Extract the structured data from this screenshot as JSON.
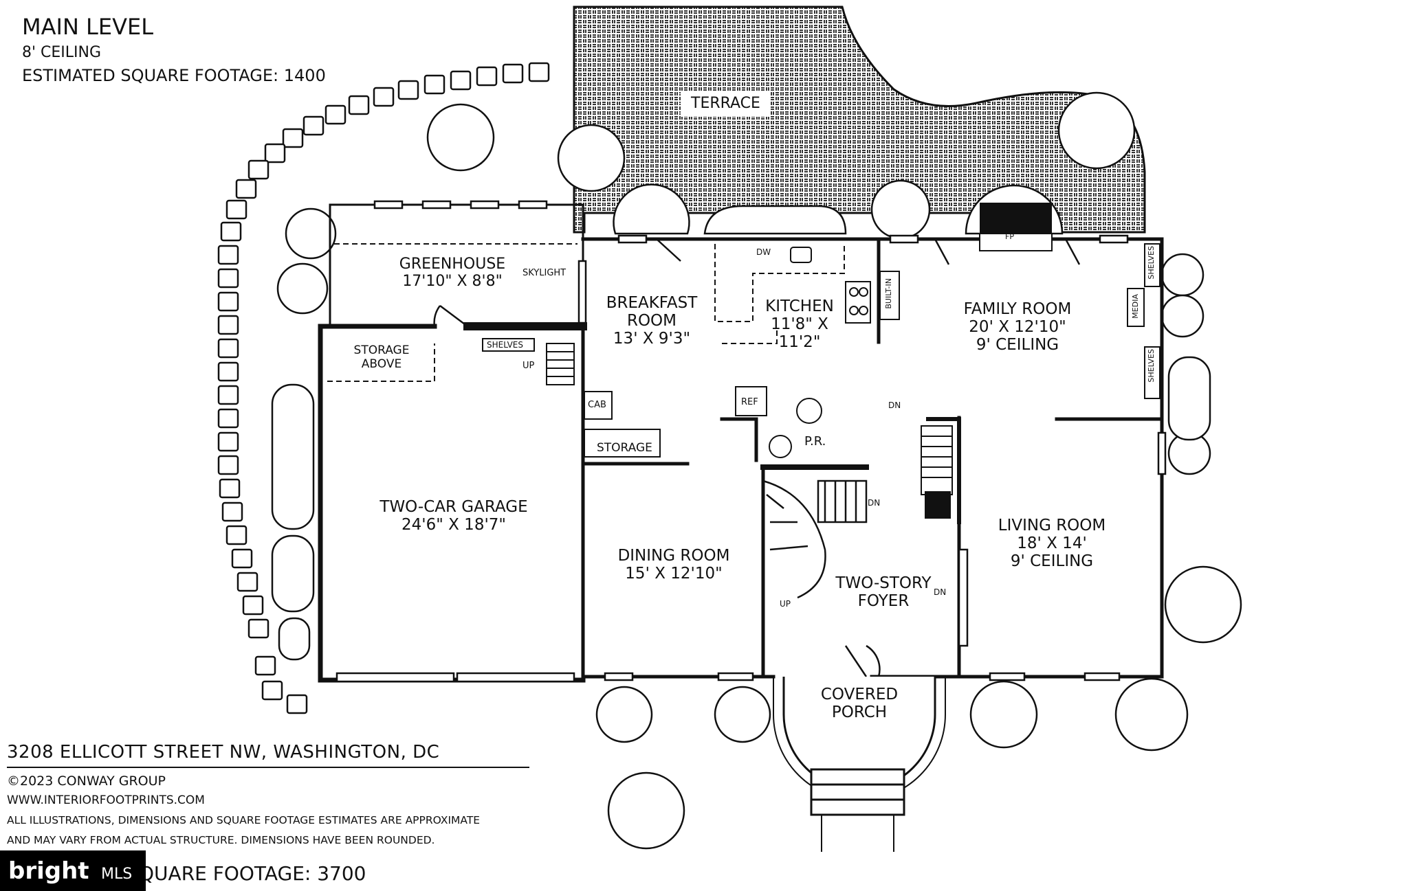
{
  "header": {
    "title": "MAIN LEVEL",
    "ceiling": "8' CEILING",
    "sqft": "ESTIMATED SQUARE FOOTAGE: 1400"
  },
  "rooms": {
    "terrace": "TERRACE",
    "greenhouse": {
      "name": "GREENHOUSE",
      "dims": "17'10\" X 8'8\""
    },
    "skylight": "SKYLIGHT",
    "storage_above": {
      "line1": "STORAGE",
      "line2": "ABOVE"
    },
    "garage": {
      "name": "TWO-CAR GARAGE",
      "dims": "24'6\" X 18'7\""
    },
    "breakfast": {
      "line1": "BREAKFAST",
      "line2": "ROOM",
      "dims": "13' X 9'3\""
    },
    "kitchen": {
      "name": "KITCHEN",
      "dims": "11'8\" X 11'2\""
    },
    "family": {
      "name": "FAMILY ROOM",
      "dims": "20' X 12'10\"",
      "ceiling": "9' CEILING"
    },
    "living": {
      "name": "LIVING ROOM",
      "dims": "18' X 14'",
      "ceiling": "9' CEILING"
    },
    "dining": {
      "name": "DINING ROOM",
      "dims": "15' X 12'10\""
    },
    "foyer": {
      "line1": "TWO-STORY",
      "line2": "FOYER"
    },
    "porch": {
      "line1": "COVERED",
      "line2": "PORCH"
    },
    "pr": "P.R.",
    "storage": "STORAGE",
    "cab": "CAB",
    "ref": "REF",
    "dw": "DW",
    "fp": "FP",
    "built_in": "BUILT-IN",
    "media": "MEDIA",
    "shelves": "SHELVES",
    "up": "UP",
    "dn": "DN"
  },
  "footer": {
    "address": "3208 ELLICOTT STREET NW, WASHINGTON, DC",
    "copyright": "©2023 CONWAY GROUP",
    "website": "WWW.INTERIORFOOTPRINTS.COM",
    "disclaimer1": "ALL ILLUSTRATIONS, DIMENSIONS AND SQUARE FOOTAGE ESTIMATES ARE APPROXIMATE",
    "disclaimer2": "AND MAY VARY FROM ACTUAL STRUCTURE. DIMENSIONS HAVE BEEN ROUNDED.",
    "total_sqft": "QUARE FOOTAGE: 3700"
  },
  "watermark": {
    "brand": "bright",
    "suffix": "MLS"
  }
}
